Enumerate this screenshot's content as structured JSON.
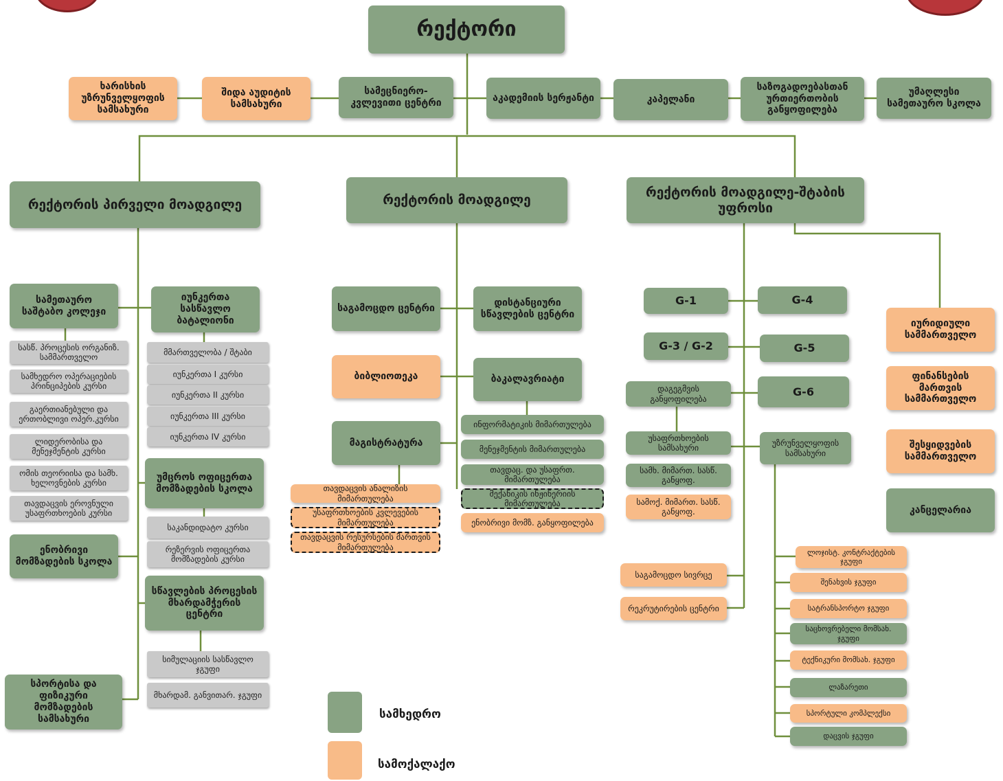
{
  "colors": {
    "military": "#88a383",
    "civilian": "#f8bb88",
    "staff_gray": "#c9c9c9",
    "line": "#6f8f3c"
  },
  "top": {
    "rector": "რექტორი",
    "quality": "ხარისხის უზრუნველყოფის სამსახური",
    "audit": "შიდა აუდიტის სამსახური",
    "research": "სამეცნიერო-კვლევითი ცენტრი",
    "sergeant": "აკადემიის სერჟანტი",
    "chaplain": "კაპელანი",
    "public": "საზოგადოებასთან ურთიერთობის განყოფილება",
    "war_school": "უმაღლესი სამეთაურო სკოლა"
  },
  "deputies": {
    "first": "რექტორის პირველი მოადგილე",
    "second": "რექტორის მოადგილე",
    "chief": "რექტორის მოადგილე-შტაბის უფროსი"
  },
  "left": {
    "staff_college": "სამეთაურო საშტაბო კოლეჯი",
    "staff_items": [
      "სასწ. პროცესის ორგანიზ. სამმართველო",
      "სამხედრო ოპერაციების პრინციპების კურსი",
      "გაერთიანებული და ერთობლივი ოპერ.კურსი",
      "ლიდერობისა და მენეჯმენტის კურსი",
      "ომის თეორიისა და სამხ. ხელოვნების კურსი",
      "თავდაცვის ეროვნული უსაფრთხოების კურსი"
    ],
    "language_school": "ენობრივი მომზადების სკოლა",
    "sport": "სპორტისა და ფიზიკური მომზადების სამსახური",
    "cadet_battalion": "იუნკერთა სასწავლო ბატალიონი",
    "cadet_items": [
      "მმართველობა / შტაბი",
      "იუნკერთა I კურსი",
      "იუნკერთა II კურსი",
      "იუნკერთა III კურსი",
      "იუნკერთა IV კურსი"
    ],
    "junior_school": "უმცროს ოფიცერთა მომზადების სკოლა",
    "junior_items": [
      "საკანდიდატო კურსი",
      "რეზერვის ოფიცერთა მომზადების კურსი"
    ],
    "support_center": "სწავლების პროცესის მხარდამჭერის ცენტრი",
    "support_items": [
      "სიმულაციის სასწავლო ჯგუფი",
      "მხარდამ. განვითარ. ჯგუფი"
    ]
  },
  "middle": {
    "examination": "საგამოცდო ცენტრი",
    "distance": "დისტანციური სწავლების ცენტრი",
    "library": "ბიბლიოთეკა",
    "bachelor": "ბაკალავრიატი",
    "bachelor_items": [
      "ინფორმატიკის მიმართულება",
      "მენეჯმენტის მიმართულება",
      "თავდაც. და უსაფრთ. მიმართულება",
      "მექანიკის ინჟინერიის მიმართულება",
      "ენობრივი მომზ. განყოფილება"
    ],
    "master": "მაგისტრატურა",
    "master_items": [
      "თავდაცვის ანალიზის მიმართულება",
      "უსაფრთხოების კვლევების მიმართულება",
      "თავდაცვის რესურსების მართვის მიმართულება"
    ]
  },
  "right": {
    "g1": "G-1",
    "g4": "G-4",
    "g32": "G-3 / G-2",
    "g5": "G-5",
    "g6": "G-6",
    "planning": "დაგეგმვის განყოფილება",
    "security": "უსაფრთხოების სამსახური",
    "mil_edu": "სამხ. მიმართ. სასწ. განყოფ.",
    "civ_edu": "სამოქ. მიმართ. სასწ. განყოფ.",
    "logistics": "უზრუნველყოფის სამსახური",
    "exam_service": "საგამოცდო სივრცე",
    "recruit": "რეკრუტირების ცენტრი",
    "log_items": [
      "ლოჯისტ. კონტრაქტების ჯგუფი",
      "შენახვის ჯგუფი",
      "სატრანსპორტო ჯგუფი",
      "საცხოვრებელი მომსახ. ჯგუფი",
      "ტექნიკური მომსახ. ჯგუფი",
      "ლაზარეთი",
      "სპორტული კომპლექსი",
      "დაცვის ჯგუფი"
    ],
    "legal": "იურიდიული სამმართველო",
    "finance": "ფინანსების მართვის სამმართველო",
    "procurement": "შესყიდვების სამმართველო",
    "chancellery": "კანცელარია"
  },
  "legend": {
    "military": "სამხედრო",
    "civilian": "სამოქალაქო"
  }
}
